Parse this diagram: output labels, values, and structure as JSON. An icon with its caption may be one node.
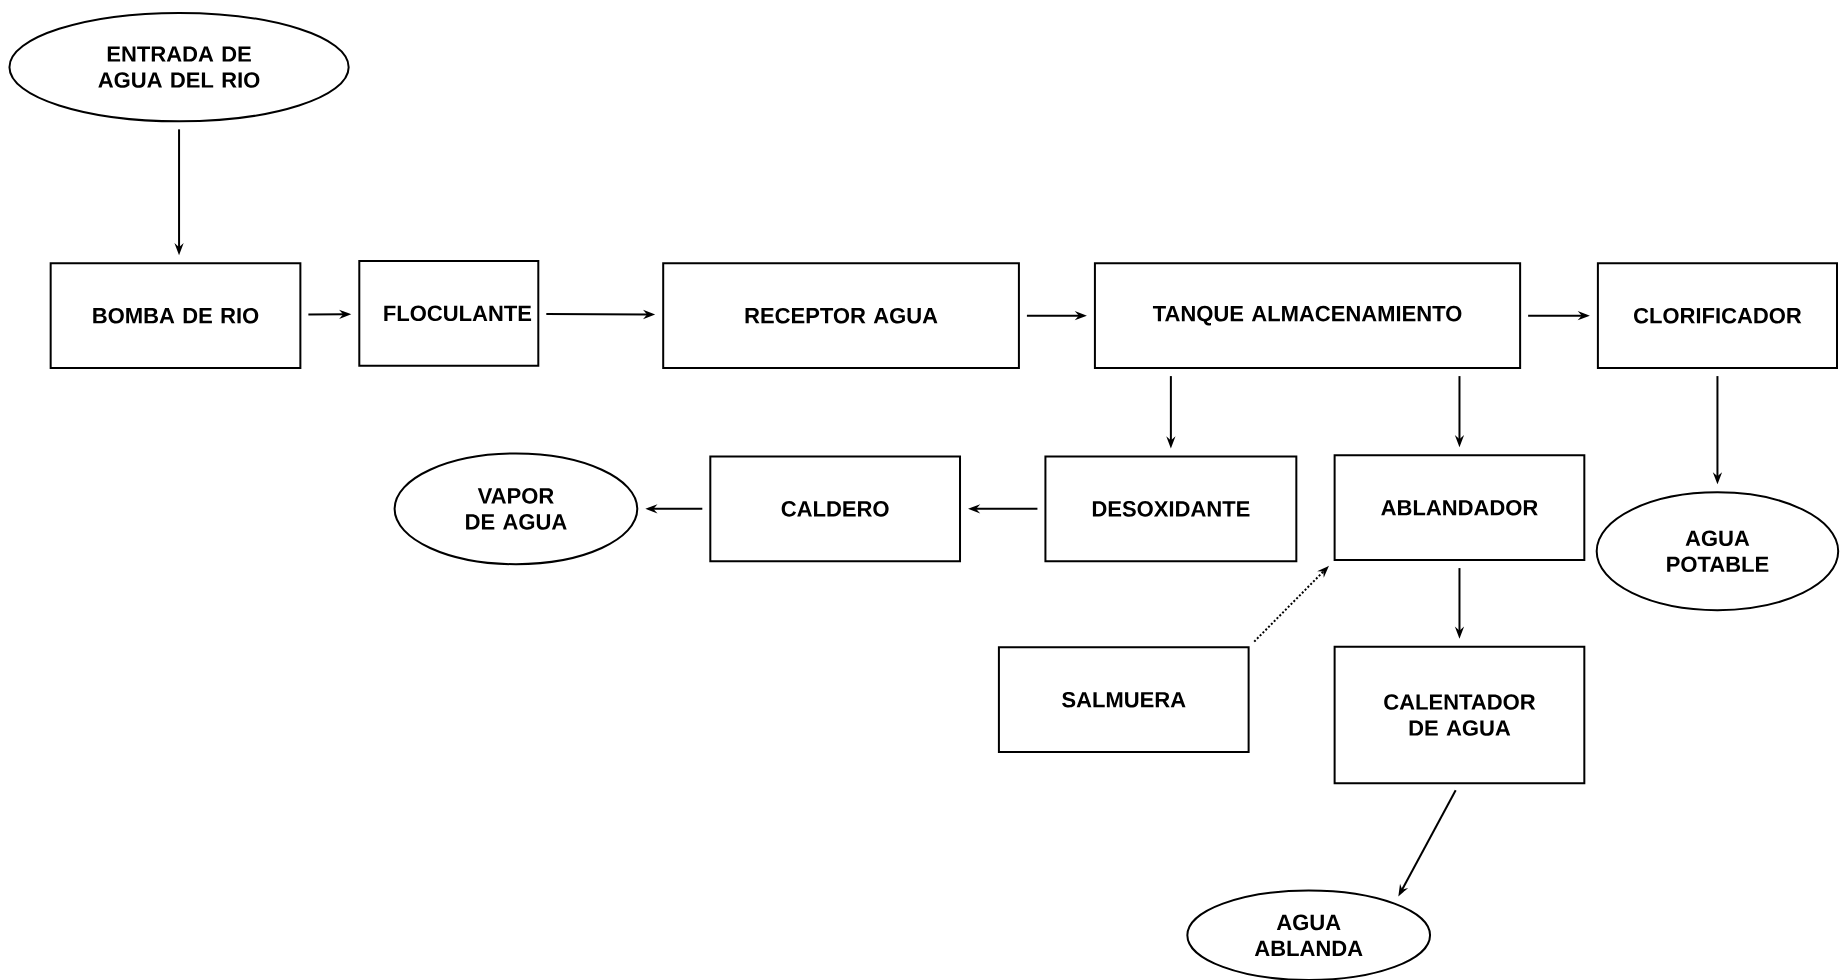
{
  "diagram": {
    "nodes": [
      {
        "text": [
          "ENTRADA DE AGUA DEL RIO"
        ]
      },
      {
        "text": [
          "BOMBA DE RIO"
        ]
      },
      {
        "text": [
          "FLOCULANTE"
        ]
      },
      {
        "text": [
          "RECEPTOR AGUA"
        ]
      },
      {
        "text": [
          "TANQUE ALMACENAMIENTO"
        ]
      },
      {
        "text": [
          "CLORIFICADOR"
        ]
      },
      {
        "text": [
          "VAPOR DE AGUA"
        ]
      },
      {
        "text": [
          "CALDERO"
        ]
      },
      {
        "text": [
          "DESOXIDANTE"
        ]
      },
      {
        "text": [
          "ABLANDADOR"
        ]
      },
      {
        "text": [
          "AGUA POTABLE"
        ]
      },
      {
        "text": [
          "SALMUERA"
        ]
      },
      {
        "text": [
          "CALENTADOR DE AGUA"
        ]
      },
      {
        "text": [
          "AGUA ABLANDA"
        ]
      }
    ],
    "edges": [
      {
        "from": 0,
        "to": 1,
        "arrow": "to"
      },
      {
        "from": 1,
        "to": 2,
        "arrow": "to"
      },
      {
        "from": 2,
        "to": 3,
        "arrow": "to"
      },
      {
        "from": 3,
        "to": 4,
        "arrow": "to"
      },
      {
        "from": 4,
        "to": 5,
        "arrow": "to"
      },
      {
        "from": 4,
        "to": 8,
        "arrow": "to"
      },
      {
        "from": 4,
        "to": 9,
        "arrow": "to"
      },
      {
        "from": 5,
        "to": 10,
        "arrow": "to"
      },
      {
        "from": 8,
        "to": 7,
        "arrow": "to"
      },
      {
        "from": 7,
        "to": 6,
        "arrow": "to"
      },
      {
        "from": 11,
        "to": 9,
        "arrow": "to",
        "style": "dashed"
      },
      {
        "from": 9,
        "to": 12,
        "arrow": "to"
      },
      {
        "from": 12,
        "to": 13,
        "arrow": "to"
      }
    ]
  }
}
